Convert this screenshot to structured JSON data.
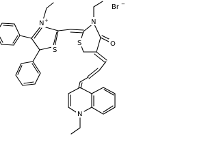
{
  "counterion": {
    "symbol": "Br",
    "charge": "−"
  },
  "atoms": {
    "thiazolium_N": "N",
    "thiazolium_N_charge": "+",
    "thiazolium_S": "S",
    "thiazolidinone_N": "N",
    "thiazolidinone_S": "S",
    "carbonyl_O": "O",
    "quinoline_N": "N"
  },
  "colors": {
    "bond": "#000000",
    "text": "#000000",
    "background": "#ffffff"
  }
}
